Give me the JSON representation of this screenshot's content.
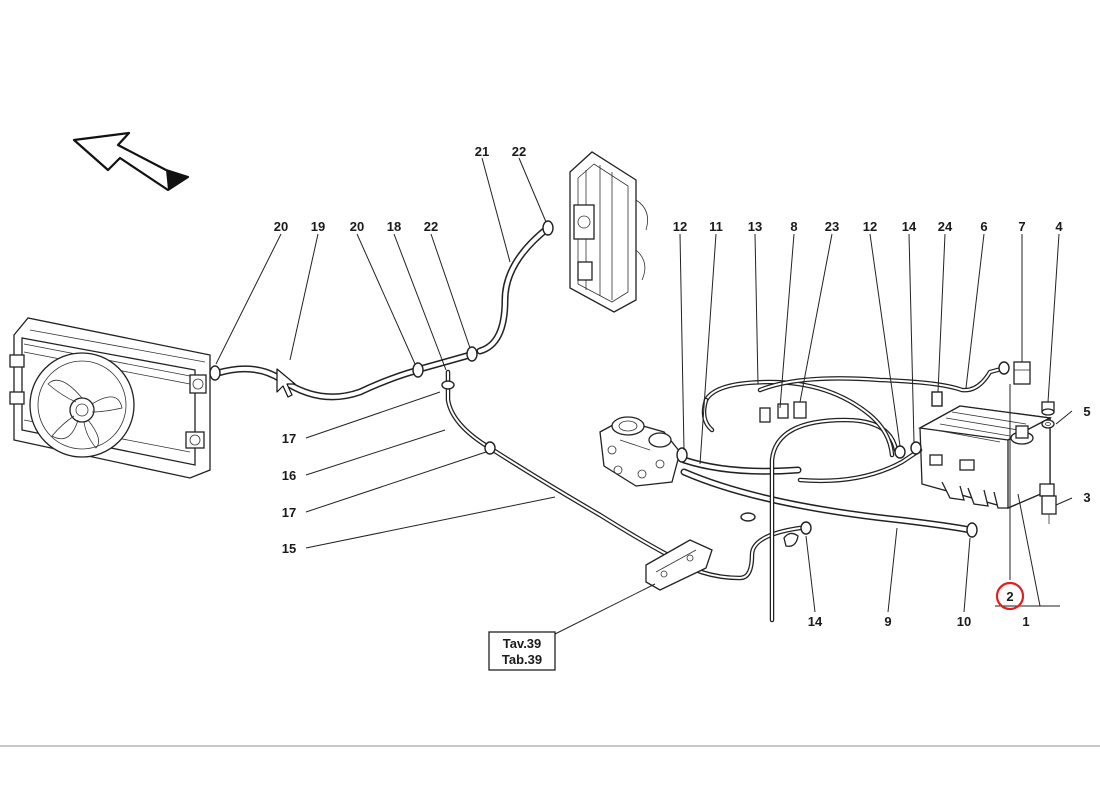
{
  "diagram": {
    "callouts": [
      {
        "id": "c-20a",
        "label": "20"
      },
      {
        "id": "c-19",
        "label": "19"
      },
      {
        "id": "c-20b",
        "label": "20"
      },
      {
        "id": "c-18",
        "label": "18"
      },
      {
        "id": "c-22a",
        "label": "22"
      },
      {
        "id": "c-21",
        "label": "21"
      },
      {
        "id": "c-22b",
        "label": "22"
      },
      {
        "id": "c-12a",
        "label": "12"
      },
      {
        "id": "c-11",
        "label": "11"
      },
      {
        "id": "c-13",
        "label": "13"
      },
      {
        "id": "c-8",
        "label": "8"
      },
      {
        "id": "c-23",
        "label": "23"
      },
      {
        "id": "c-12b",
        "label": "12"
      },
      {
        "id": "c-14a",
        "label": "14"
      },
      {
        "id": "c-24",
        "label": "24"
      },
      {
        "id": "c-6",
        "label": "6"
      },
      {
        "id": "c-7",
        "label": "7"
      },
      {
        "id": "c-4",
        "label": "4"
      },
      {
        "id": "c-5",
        "label": "5"
      },
      {
        "id": "c-3",
        "label": "3"
      },
      {
        "id": "c-17a",
        "label": "17"
      },
      {
        "id": "c-16",
        "label": "16"
      },
      {
        "id": "c-17b",
        "label": "17"
      },
      {
        "id": "c-15",
        "label": "15"
      },
      {
        "id": "c-14b",
        "label": "14"
      },
      {
        "id": "c-9",
        "label": "9"
      },
      {
        "id": "c-10",
        "label": "10"
      },
      {
        "id": "c-2",
        "label": "2"
      },
      {
        "id": "c-1",
        "label": "1"
      }
    ],
    "table_reference": {
      "line1": "Tav.39",
      "line2": "Tab.39"
    },
    "highlight_color": "#e02020",
    "ink_color": "#222222"
  }
}
